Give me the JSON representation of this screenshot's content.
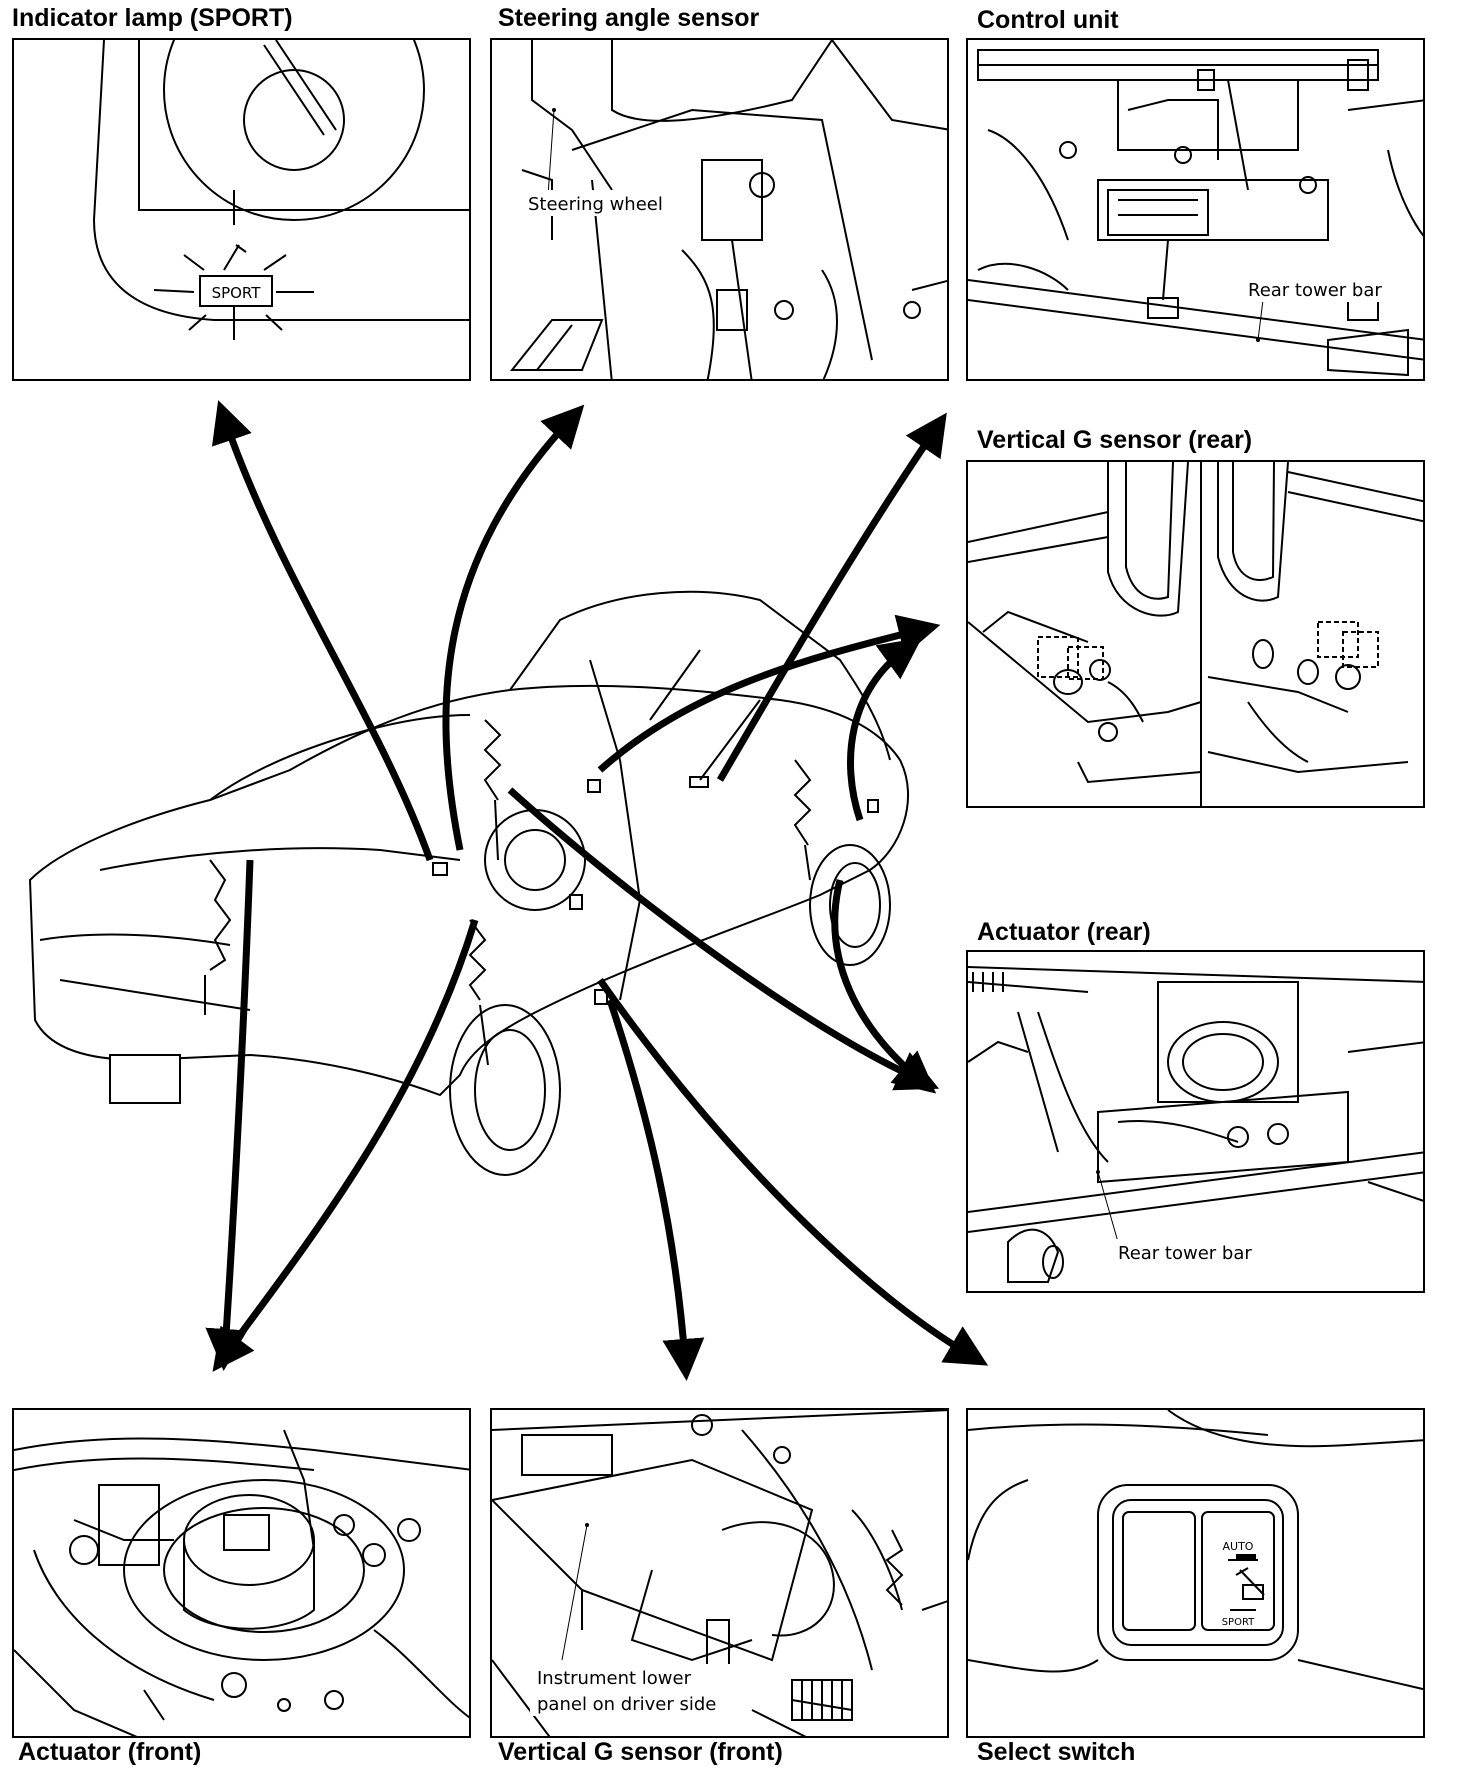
{
  "panels": {
    "indicator_lamp": {
      "title": "Indicator lamp (SPORT)",
      "lamp_text": "SPORT"
    },
    "steering_angle_sensor": {
      "title": "Steering angle sensor",
      "callout": "Steering wheel"
    },
    "control_unit": {
      "title": "Control unit",
      "callout": "Rear tower bar"
    },
    "vertical_g_rear": {
      "title": "Vertical G sensor (rear)"
    },
    "actuator_rear": {
      "title": "Actuator (rear)",
      "callout": "Rear tower bar"
    },
    "actuator_front": {
      "title": "Actuator (front)"
    },
    "vertical_g_front": {
      "title": "Vertical G sensor (front)",
      "callout_line1": "Instrument lower",
      "callout_line2": "panel on driver side"
    },
    "select_switch": {
      "title": "Select switch",
      "auto_label": "AUTO",
      "sport_label": "SPORT"
    }
  }
}
